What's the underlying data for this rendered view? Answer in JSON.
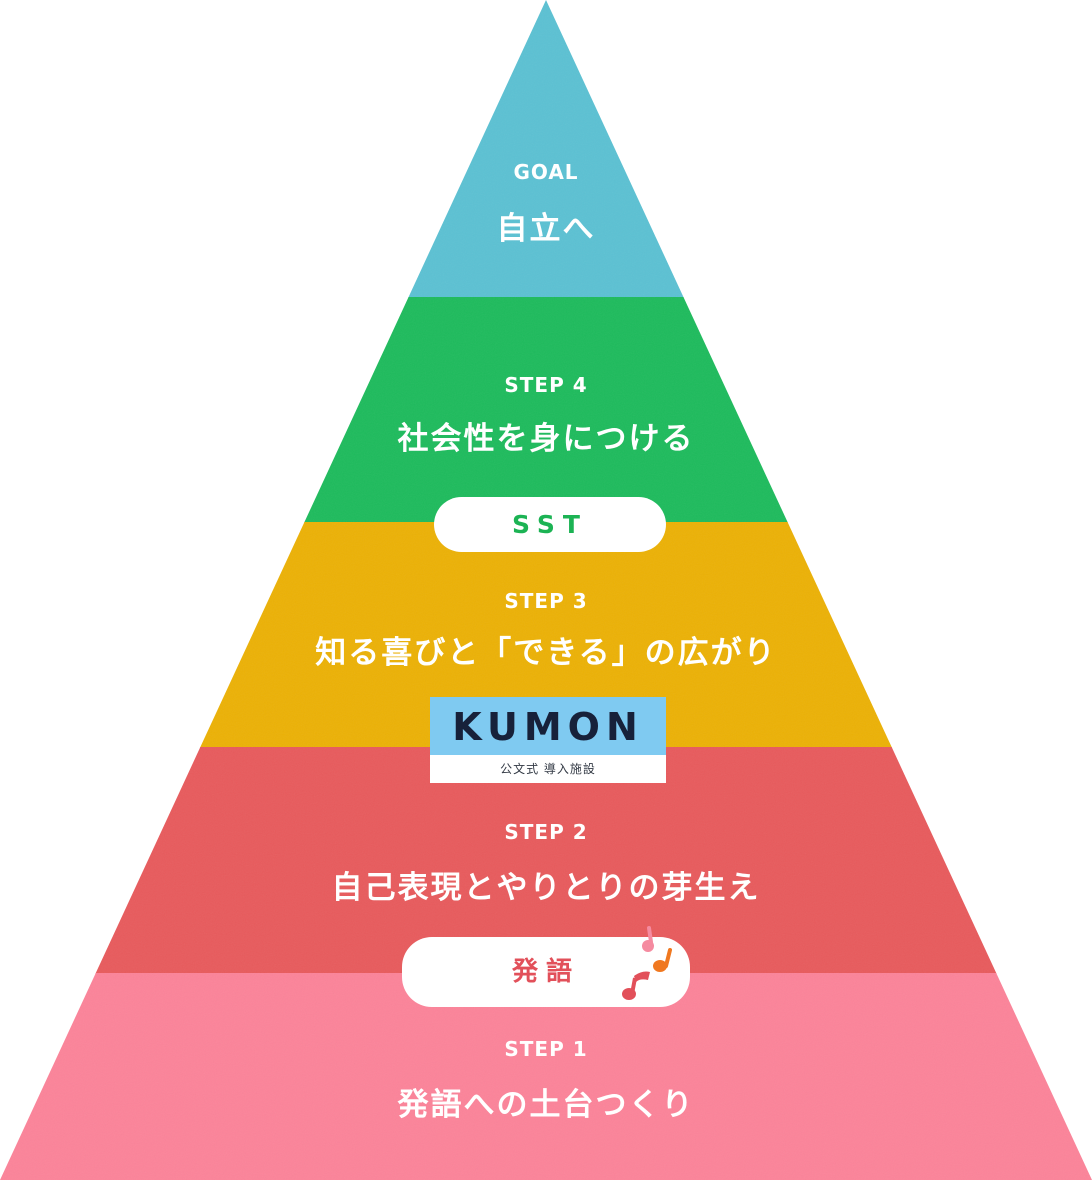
{
  "colors": {
    "goal": "#5bc1d3",
    "step4": "#1dbb5c",
    "step3": "#ecb105",
    "step2": "#e85a5c",
    "step1": "#fc8399",
    "sst_text": "#1cb354",
    "hatsugo_text": "#e2505a",
    "kumon_bg": "#7fcaf1",
    "kumon_text": "#17213a"
  },
  "tiers": [
    {
      "step": "GOAL",
      "title": "自立へ"
    },
    {
      "step": "STEP 4",
      "title": "社会性を身につける"
    },
    {
      "step": "STEP 3",
      "title": "知る喜びと「できる」の広がり"
    },
    {
      "step": "STEP 2",
      "title": "自己表現とやりとりの芽生え"
    },
    {
      "step": "STEP 1",
      "title": "発語への土台つくり"
    }
  ],
  "badges": {
    "sst": "SST",
    "kumon_logo": "KUMON",
    "kumon_sub": "公文式 導入施設",
    "hatsugo": "発語"
  }
}
